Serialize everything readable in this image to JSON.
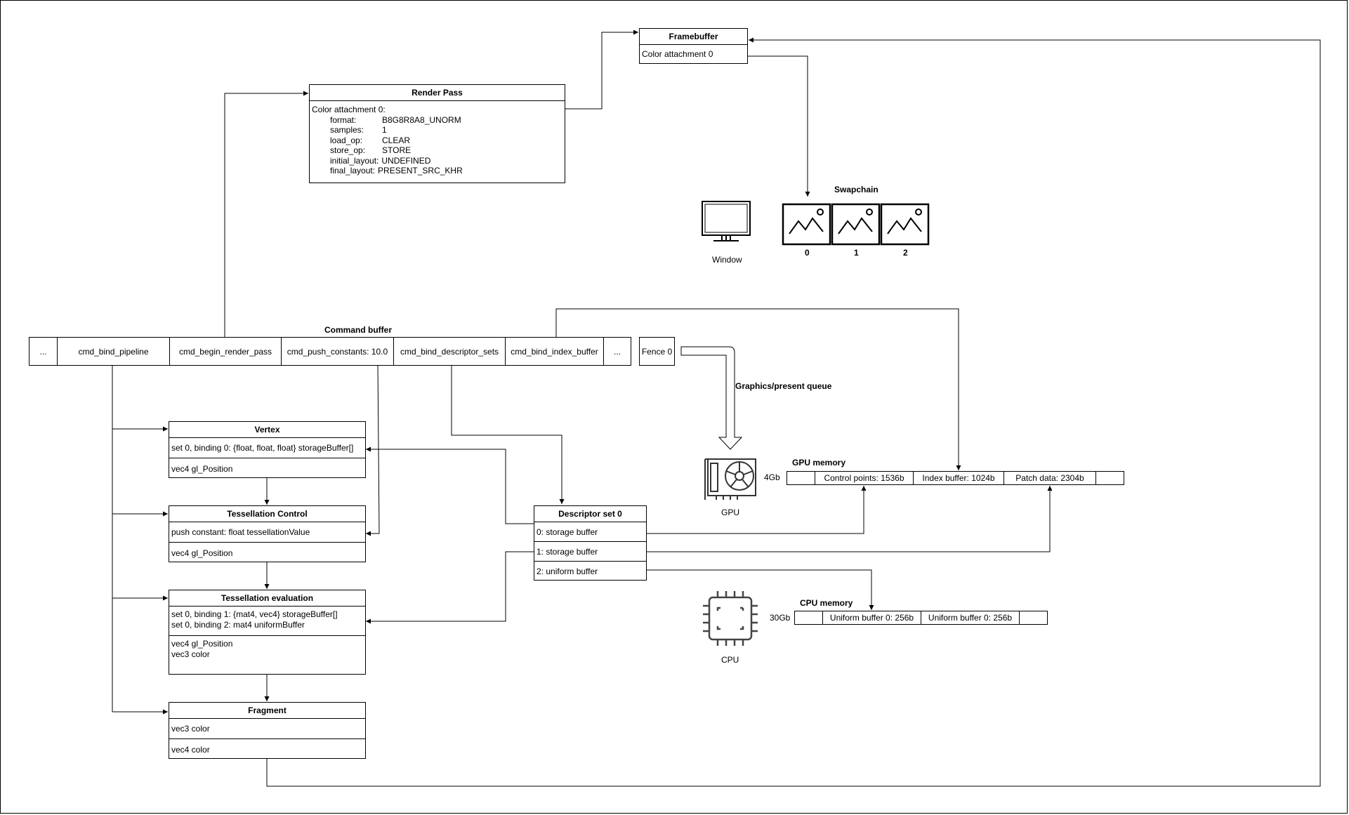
{
  "render_pass": {
    "title": "Render Pass",
    "header_line": "Color attachment 0:",
    "fields": [
      {
        "key": "format:",
        "value": "B8G8R8A8_UNORM"
      },
      {
        "key": "samples:",
        "value": "1"
      },
      {
        "key": "load_op:",
        "value": "CLEAR"
      },
      {
        "key": "store_op:",
        "value": "STORE"
      },
      {
        "key": "initial_layout:",
        "value": "UNDEFINED"
      },
      {
        "key": "final_layout:",
        "value": "PRESENT_SRC_KHR"
      }
    ]
  },
  "framebuffer": {
    "title": "Framebuffer",
    "attachment": "Color attachment 0"
  },
  "swapchain": {
    "title": "Swapchain",
    "images": [
      "0",
      "1",
      "2"
    ]
  },
  "window": {
    "label": "Window"
  },
  "command_buffer": {
    "title": "Command buffer",
    "commands": [
      "...",
      "cmd_bind_pipeline",
      "cmd_begin_render_pass",
      "cmd_push_constants: 10.0",
      "cmd_bind_descriptor_sets",
      "cmd_bind_index_buffer",
      "..."
    ],
    "fence": "Fence 0"
  },
  "queue": {
    "label": "Graphics/present queue"
  },
  "gpu": {
    "label": "GPU",
    "memory_title": "GPU memory",
    "memory_size": "4Gb",
    "memory_cells": [
      "",
      "Control points: 1536b",
      "Index buffer: 1024b",
      "Patch data: 2304b",
      ""
    ]
  },
  "cpu": {
    "label": "CPU",
    "memory_title": "CPU memory",
    "memory_size": "30Gb",
    "memory_cells": [
      "",
      "Uniform buffer 0: 256b",
      "Uniform buffer 0: 256b",
      ""
    ]
  },
  "descriptor_set": {
    "title": "Descriptor set 0",
    "bindings": [
      "0: storage buffer",
      "1: storage buffer",
      "2: uniform buffer"
    ]
  },
  "shaders": {
    "vertex": {
      "title": "Vertex",
      "inputs": [
        "set 0, binding 0: {float, float, float} storageBuffer[]"
      ],
      "outputs": [
        "vec4 gl_Position"
      ]
    },
    "tess_control": {
      "title": "Tessellation Control",
      "inputs": [
        "push constant: float tessellationValue"
      ],
      "outputs": [
        "vec4 gl_Position"
      ]
    },
    "tess_eval": {
      "title": "Tessellation evaluation",
      "inputs": [
        "set 0, binding 1: {mat4, vec4} storageBuffer[]",
        "set 0, binding 2: mat4 uniformBuffer"
      ],
      "outputs": [
        "vec4 gl_Position",
        "vec3 color"
      ]
    },
    "fragment": {
      "title": "Fragment",
      "inputs": [
        "vec3 color"
      ],
      "outputs": [
        "vec4 color"
      ]
    }
  }
}
